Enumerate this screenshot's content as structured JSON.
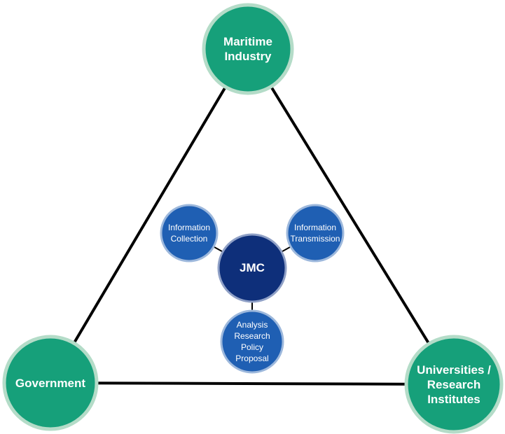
{
  "colors": {
    "green": "#16a07a",
    "green_ring": "#b4dcc8",
    "blue": "#1f5fb3",
    "blue_ring": "#9db8dc",
    "navy": "#0e2f7a",
    "navy_ring": "#8fa0c6",
    "line": "#000000"
  },
  "nodes": {
    "top": "Maritime\nIndustry",
    "left": "Government",
    "right": "Universities /\nResearch\nInstitutes"
  },
  "core": {
    "label": "JMC",
    "functions": {
      "collection": "Information\nCollection",
      "transmission": "Information\nTransmission",
      "analysis": "Analysis\nResearch\nPolicy\nProposal"
    }
  }
}
